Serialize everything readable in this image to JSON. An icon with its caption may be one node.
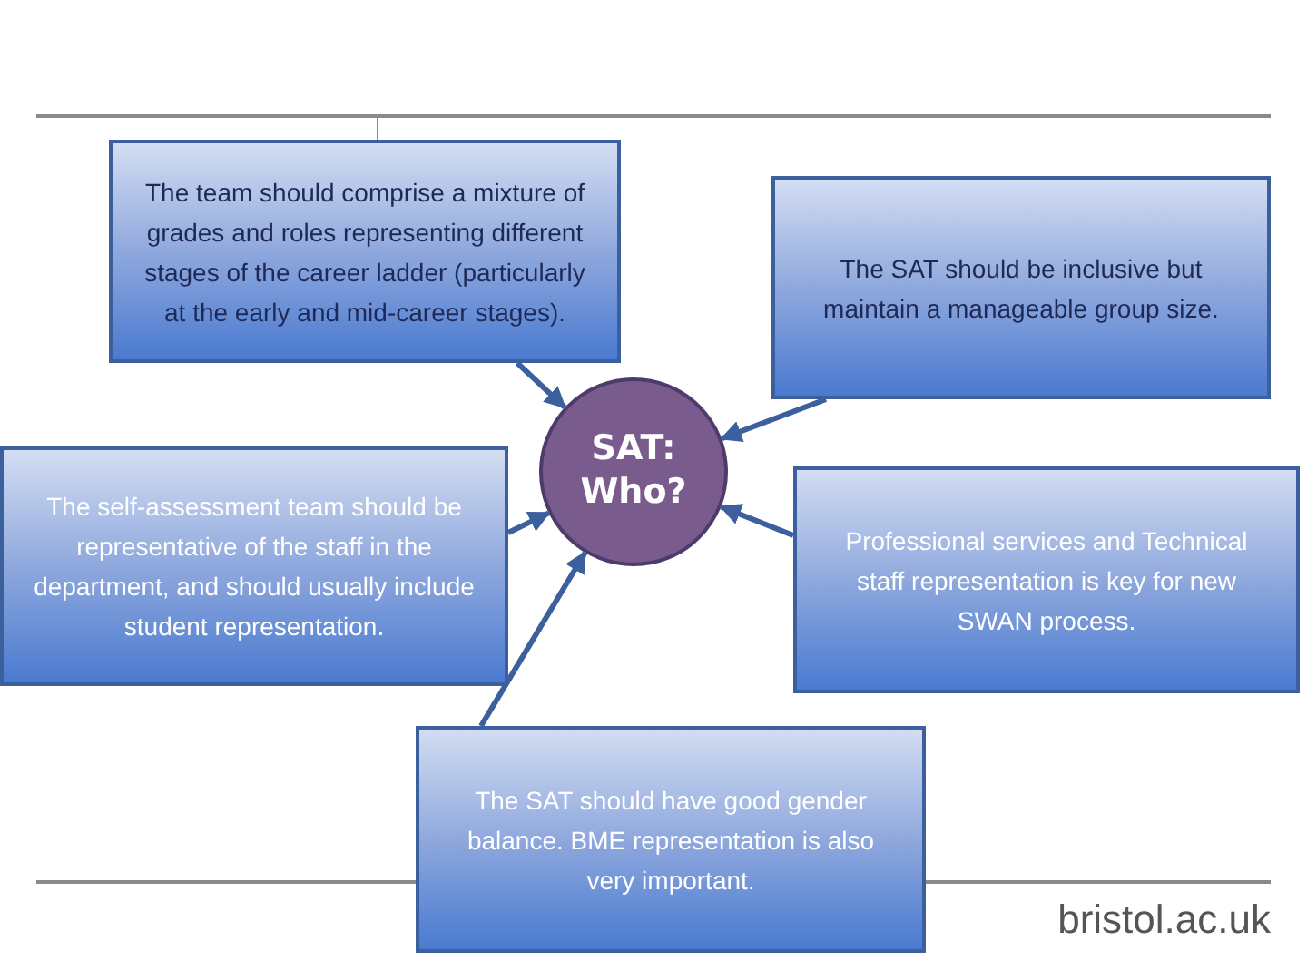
{
  "diagram": {
    "nodes": [
      {
        "text": [
          "The team should comprise a mixture of grades and roles representing different stages of the career ladder (particularly at the early and mid-career stages)."
        ]
      },
      {
        "text": [
          "The SAT should be inclusive but maintain a manageable group size."
        ]
      },
      {
        "text": [
          "The self-assessment team should be representative of the staff in the department, and should usually include student representation."
        ]
      },
      {
        "text": [
          "SAT: Who?"
        ]
      },
      {
        "text": [
          "Professional services and Technical staff representation is key for new SWAN process."
        ]
      },
      {
        "text": [
          "The SAT should have good gender balance.  BME representation is also very important."
        ]
      }
    ],
    "edges": [
      {
        "from": 0,
        "to": 3,
        "arrow": "to"
      },
      {
        "from": 1,
        "to": 3,
        "arrow": "to"
      },
      {
        "from": 2,
        "to": 3,
        "arrow": "to"
      },
      {
        "from": 4,
        "to": 3,
        "arrow": "to"
      },
      {
        "from": 5,
        "to": 3,
        "arrow": "to"
      }
    ],
    "labels": [
      "bristol.ac.uk"
    ]
  }
}
